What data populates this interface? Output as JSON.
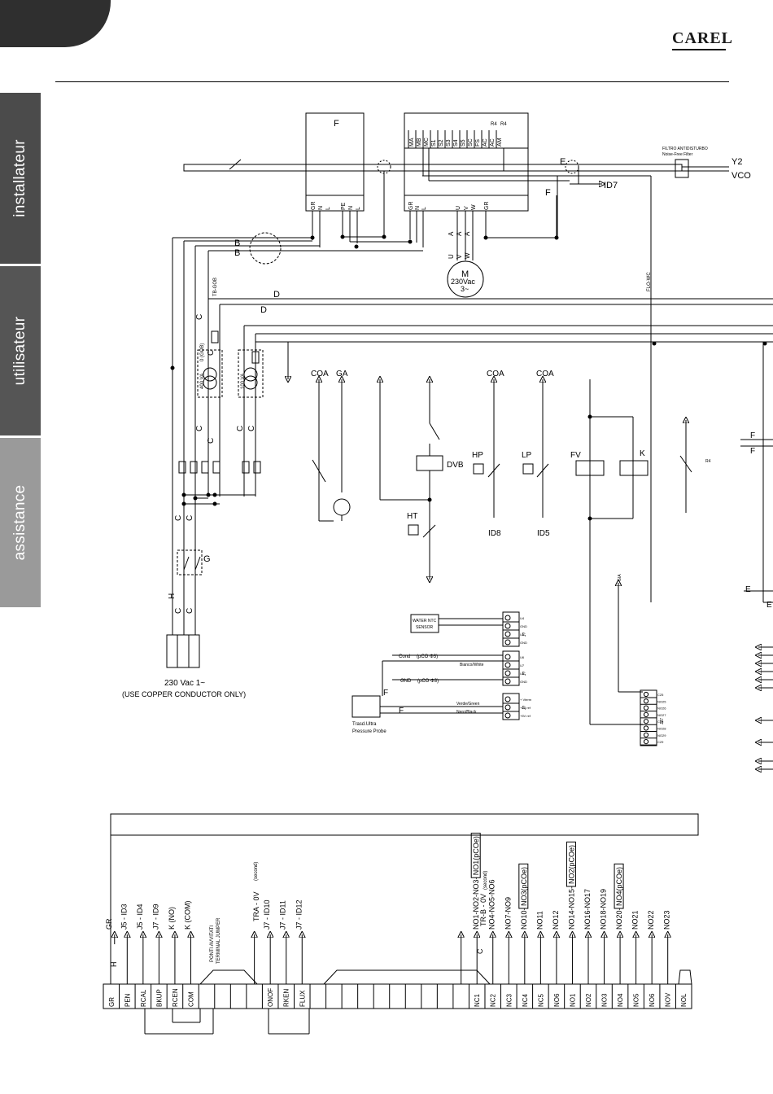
{
  "header": {
    "brand": "CAREL"
  },
  "side_tabs": [
    {
      "label": "installateur"
    },
    {
      "label": "utilisateur"
    },
    {
      "label": "assistance"
    }
  ],
  "top": {
    "box_f": "F",
    "controller_top": [
      "R4",
      "R4"
    ],
    "controller_top_terminals": [
      "MA",
      "MB",
      "MC",
      "S1",
      "S2",
      "S3",
      "S4",
      "S5",
      "SC",
      "FS",
      "AC",
      "AC",
      "AM"
    ],
    "box_f_terminals": [
      "GR",
      "N",
      "L",
      "PE",
      "N",
      "L"
    ],
    "controller_bottom_terminals": [
      "GR",
      "N",
      "L",
      "U",
      "V",
      "W",
      "GR"
    ],
    "filter_label_1": "FILTRO ANTIDISTURBO",
    "filter_label_2": "Noise-Free Filter",
    "out_y2": "Y2",
    "out_vco": "VCO",
    "label_e_top": "E",
    "label_f_top": "F",
    "id7": "ID7",
    "b1": "B",
    "b2": "B",
    "motor_m": "M",
    "motor_v": "230Vac",
    "motor_p": "3~",
    "uvw": [
      "U",
      "V",
      "W"
    ],
    "uvw_arrows": [
      "A",
      "A",
      "A"
    ],
    "tb_gob": "TB-GOB",
    "d1": "D",
    "d2": "D",
    "c_labels": [
      "C",
      "C",
      "C",
      "C",
      "C",
      "C",
      "C",
      "C",
      "C",
      "C"
    ],
    "t1_label": "400 VA",
    "t1_sub": "0 (GOB)",
    "t2_label": "100 VA",
    "vertical_small": "FLO-WC",
    "label_g": "G",
    "label_h": "H",
    "supply_1": "230 Vac 1~",
    "supply_2": "(USE COPPER    CONDUCTOR      ONLY)"
  },
  "middle": {
    "coa1": "COA",
    "ga": "GA",
    "coa2": "COA",
    "coa3": "COA",
    "dvb": "DVB",
    "hp": "HP",
    "lp": "LP",
    "fv": "FV",
    "k": "K",
    "ht": "HT",
    "id8": "ID8",
    "id5": "ID5",
    "r4": "R4",
    "f_right_1": "F",
    "f_right_2": "F",
    "e_right_1": "E",
    "e_right_2": "E",
    "gia": "GIA",
    "probe1_title_1": "WATER   NTC",
    "probe1_title_2": "SENSOR",
    "probe1_terms": [
      "U4",
      "GND",
      "U5",
      "GND"
    ],
    "probe2_cond": "Cond",
    "probe2_cond_ctrl": "(pCO   Φ3)",
    "probe2_gnd": "GND",
    "probe2_gnd_ctrl": "(pCO   Φ3)",
    "probe2_wire": "Bianco/White",
    "probe2_terms": [
      "U6",
      "U7",
      "U8",
      "GND"
    ],
    "probe3_f1": "F",
    "probe3_f2": "F",
    "probe3_w1": "Verde/Green",
    "probe3_w2": "Nero/Black",
    "probe3_terms": [
      "+ Vterm",
      "+5V ref",
      "+5V ref"
    ],
    "probe3_title_1": "Trasd.Ultra",
    "probe3_title_2": "Pressure Probe",
    "j_labels": [
      "J?",
      "J?",
      "J?",
      "J27"
    ],
    "block_terms": [
      "C25",
      "NO25",
      "NO26",
      "NO27",
      "C26",
      "NO28",
      "NO29",
      "C29"
    ]
  },
  "bottom": {
    "strip": [
      "GR",
      "PEN",
      "RCAL",
      "BKUP",
      "RCEN",
      "COM",
      "",
      "",
      "",
      "",
      "ONOF",
      "RKEN",
      "FLUX",
      "",
      "",
      "",
      "",
      "",
      "",
      "",
      "",
      "",
      "",
      "NC1",
      "NC2",
      "NC3",
      "NC4",
      "NC5",
      "NO6",
      "NO1",
      "NO2",
      "NO3",
      "NO4",
      "NO5",
      "NO6",
      "NOV",
      "NOL"
    ],
    "h": "H",
    "gr_top": "GR",
    "c_bottom": "C",
    "ids": [
      "J5 - ID3",
      "J5 - ID4",
      "J7 - ID9",
      "K (NO)",
      "K (COM)"
    ],
    "jumper_1": "PONTI   AVVITATI",
    "jumper_2": "TERMINAL   JUMPER",
    "tra": "TRA - 0V",
    "second_1": "(second)",
    "ids2": [
      "J7 - ID10",
      "J7 - ID11",
      "J7 - ID12"
    ],
    "trb": "TR-B  - 0V",
    "second_2": "(second)",
    "nc_labels": [
      "NO1-NO2-NO3-",
      "NO4-NO5-NO6",
      "NO7-NO9",
      "NO10-",
      "NO11",
      "NO12",
      "NO14-NO15-",
      "NO16-NO17",
      "NO18-NO19",
      "NO20-",
      "NO21",
      "NO22",
      "NO23"
    ],
    "boxed": [
      "NO1(pCOe)",
      "NO3(pCOe)",
      "NO2(pCOe)",
      "NO4(pCOe)"
    ]
  }
}
